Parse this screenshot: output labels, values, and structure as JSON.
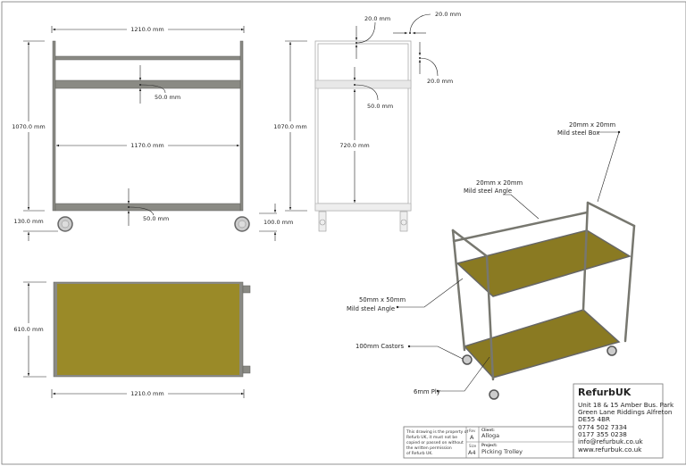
{
  "front_view": {
    "overall_width": "1210.0 mm",
    "overall_height": "1070.0 mm",
    "inner_width": "1170.0 mm",
    "rail_height_top": "50.0 mm",
    "rail_height_bottom": "50.0 mm",
    "castor_height": "130.0 mm"
  },
  "side_view": {
    "overall_height": "1070.0 mm",
    "top_tube": "20.0 mm",
    "tube_width": "20.0 mm",
    "tube_depth": "20.0 mm",
    "rail_height": "50.0 mm",
    "shelf_gap": "720.0 mm",
    "castor_height": "100.0 mm"
  },
  "top_view": {
    "depth": "610.0 mm",
    "width": "1210.0 mm"
  },
  "callouts": {
    "box_line1": "20mm x 20mm",
    "box_line2": "Mild steel Box",
    "angle_line1": "20mm x 20mm",
    "angle_line2": "Mild steel Angle",
    "big_angle_line1": "50mm x 50mm",
    "big_angle_line2": "Mild steel Angle",
    "castors": "100mm Castors",
    "ply": "6mm Ply"
  },
  "title_block": {
    "notice": [
      "This drawing is the property of",
      "Refurb UK, it must not be",
      "copied or passed on without",
      "the written permission",
      "of Refurb UK."
    ],
    "rev_label": "Rev",
    "rev": "A",
    "size_label": "Size",
    "size": "A4",
    "client_label": "Client:",
    "client": "Alloga",
    "project_label": "Project:",
    "project": "Picking Trolley"
  },
  "company": {
    "logo": "RefurbUK",
    "address": [
      "Unit 18 & 15 Amber Bus. Park",
      "Green Lane Riddings Alfreton",
      "DE55 4BR",
      "0774 502 7334",
      "0177 355 0238",
      "info@refurbuk.co.uk",
      "www.refurbuk.co.uk"
    ]
  },
  "colors": {
    "steel": "#8a8a84",
    "ply": "#9a8a28",
    "logo_blue": "#2a4a6a"
  }
}
